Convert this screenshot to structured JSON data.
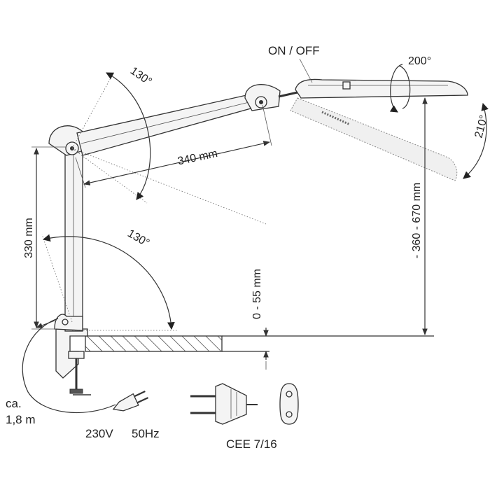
{
  "labels": {
    "on_off": "ON / OFF",
    "head_rotation": "200°",
    "head_tilt": "210°",
    "upper_joint": "130°",
    "lower_joint": "130°",
    "arm_length": "340 mm",
    "column_height": "330 mm",
    "height_range": "- 360 - 670 mm",
    "clamp_range": "0 - 55 mm",
    "cable_length_1": "ca.",
    "cable_length_2": "1,8 m",
    "power": "230V",
    "frequency": "50Hz",
    "plug_type": "CEE 7/16"
  },
  "colors": {
    "line": "#333333",
    "fill": "#f4f4f4",
    "text": "#222222"
  },
  "icons": {
    "plug": "euro-plug-icon",
    "socket": "socket-outline-icon"
  }
}
